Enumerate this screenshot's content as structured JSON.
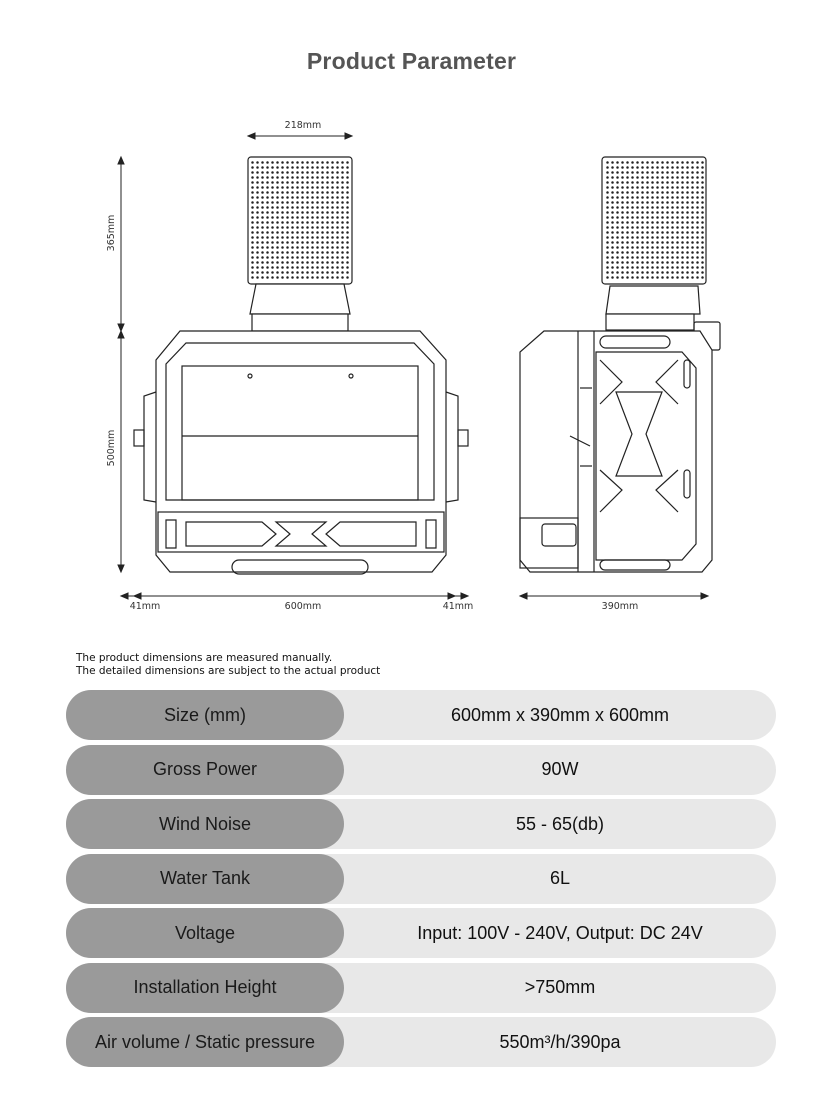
{
  "title": "Product Parameter",
  "dimensions": {
    "top_width": "218mm",
    "top_height": "365mm",
    "body_height": "500mm",
    "left_margin": "41mm",
    "body_width": "600mm",
    "right_margin": "41mm",
    "side_depth": "390mm"
  },
  "note": {
    "line1": "The product dimensions are measured manually.",
    "line2": "The detailed dimensions are subject to the actual product"
  },
  "specs": [
    {
      "label": "Size (mm)",
      "value": "600mm x 390mm x 600mm"
    },
    {
      "label": "Gross Power",
      "value": "90W"
    },
    {
      "label": "Wind Noise",
      "value": "55 - 65(db)"
    },
    {
      "label": "Water Tank",
      "value": "6L"
    },
    {
      "label": "Voltage",
      "value": "Input: 100V - 240V, Output: DC 24V"
    },
    {
      "label": "Installation Height",
      "value": ">750mm"
    },
    {
      "label": "Air volume / Static pressure",
      "value": "550m³/h/390pa"
    }
  ]
}
